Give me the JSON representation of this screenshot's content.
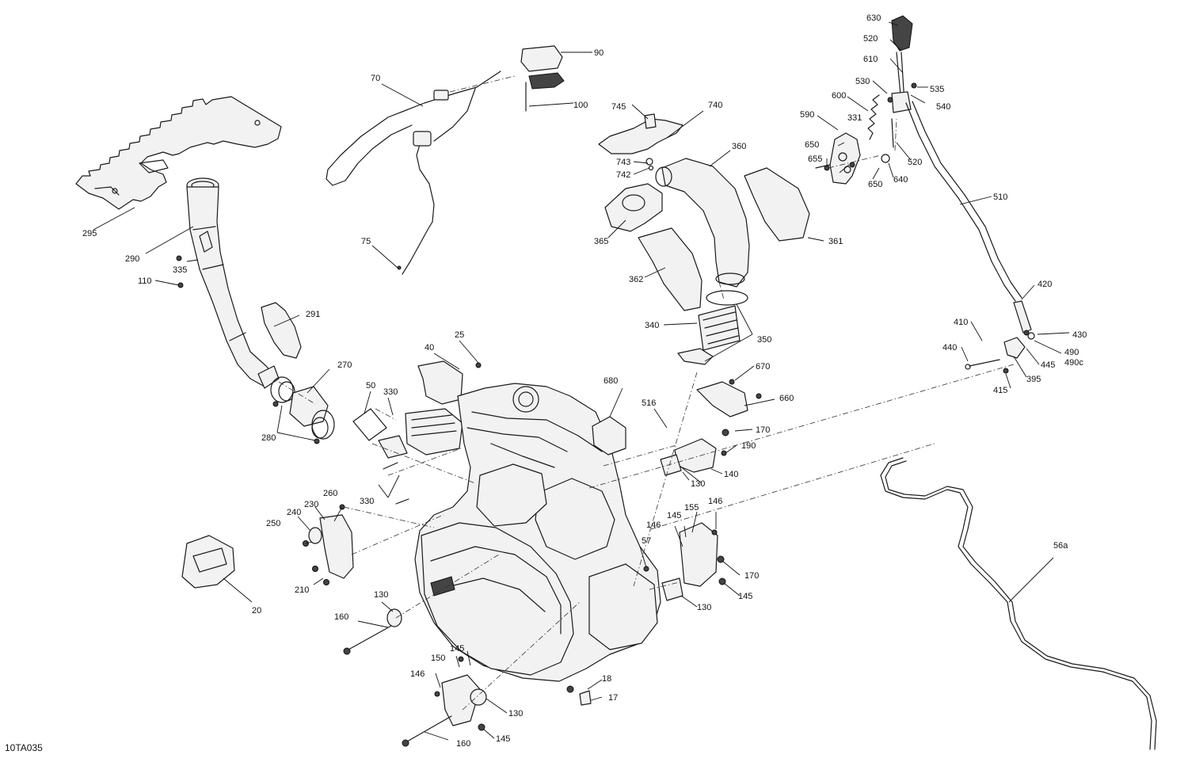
{
  "figure": {
    "reference_code": "10TA035"
  },
  "callouts": [
    {
      "id": "c17",
      "label": "17"
    },
    {
      "id": "c18",
      "label": "18"
    },
    {
      "id": "c20",
      "label": "20"
    },
    {
      "id": "c25",
      "label": "25"
    },
    {
      "id": "c40",
      "label": "40"
    },
    {
      "id": "c50",
      "label": "50"
    },
    {
      "id": "c56a",
      "label": "56a"
    },
    {
      "id": "c57",
      "label": "57"
    },
    {
      "id": "c70",
      "label": "70"
    },
    {
      "id": "c75",
      "label": "75"
    },
    {
      "id": "c90",
      "label": "90"
    },
    {
      "id": "c100",
      "label": "100"
    },
    {
      "id": "c110",
      "label": "110"
    },
    {
      "id": "c130a",
      "label": "130"
    },
    {
      "id": "c130b",
      "label": "130"
    },
    {
      "id": "c130c",
      "label": "130"
    },
    {
      "id": "c130d",
      "label": "130"
    },
    {
      "id": "c140",
      "label": "140"
    },
    {
      "id": "c145a",
      "label": "145"
    },
    {
      "id": "c145b",
      "label": "145"
    },
    {
      "id": "c145c",
      "label": "145"
    },
    {
      "id": "c145d",
      "label": "145"
    },
    {
      "id": "c146a",
      "label": "146"
    },
    {
      "id": "c146b",
      "label": "146"
    },
    {
      "id": "c146c",
      "label": "146"
    },
    {
      "id": "c150",
      "label": "150"
    },
    {
      "id": "c155",
      "label": "155"
    },
    {
      "id": "c160a",
      "label": "160"
    },
    {
      "id": "c160b",
      "label": "160"
    },
    {
      "id": "c170a",
      "label": "170"
    },
    {
      "id": "c170b",
      "label": "170"
    },
    {
      "id": "c190",
      "label": "190"
    },
    {
      "id": "c210",
      "label": "210"
    },
    {
      "id": "c230",
      "label": "230"
    },
    {
      "id": "c240",
      "label": "240"
    },
    {
      "id": "c250",
      "label": "250"
    },
    {
      "id": "c260",
      "label": "260"
    },
    {
      "id": "c270",
      "label": "270"
    },
    {
      "id": "c280",
      "label": "280"
    },
    {
      "id": "c290",
      "label": "290"
    },
    {
      "id": "c291",
      "label": "291"
    },
    {
      "id": "c295",
      "label": "295"
    },
    {
      "id": "c330a",
      "label": "330"
    },
    {
      "id": "c330b",
      "label": "330"
    },
    {
      "id": "c331",
      "label": "331"
    },
    {
      "id": "c335",
      "label": "335"
    },
    {
      "id": "c340",
      "label": "340"
    },
    {
      "id": "c350",
      "label": "350"
    },
    {
      "id": "c360",
      "label": "360"
    },
    {
      "id": "c361",
      "label": "361"
    },
    {
      "id": "c362",
      "label": "362"
    },
    {
      "id": "c365",
      "label": "365"
    },
    {
      "id": "c395",
      "label": "395"
    },
    {
      "id": "c410",
      "label": "410"
    },
    {
      "id": "c415",
      "label": "415"
    },
    {
      "id": "c420",
      "label": "420"
    },
    {
      "id": "c430",
      "label": "430"
    },
    {
      "id": "c440",
      "label": "440"
    },
    {
      "id": "c445",
      "label": "445"
    },
    {
      "id": "c490",
      "label": "490"
    },
    {
      "id": "c490c",
      "label": "490c"
    },
    {
      "id": "c510",
      "label": "510"
    },
    {
      "id": "c516",
      "label": "516"
    },
    {
      "id": "c520a",
      "label": "520"
    },
    {
      "id": "c520b",
      "label": "520"
    },
    {
      "id": "c530",
      "label": "530"
    },
    {
      "id": "c535",
      "label": "535"
    },
    {
      "id": "c540",
      "label": "540"
    },
    {
      "id": "c590",
      "label": "590"
    },
    {
      "id": "c600",
      "label": "600"
    },
    {
      "id": "c610",
      "label": "610"
    },
    {
      "id": "c630",
      "label": "630"
    },
    {
      "id": "c640",
      "label": "640"
    },
    {
      "id": "c650a",
      "label": "650"
    },
    {
      "id": "c650b",
      "label": "650"
    },
    {
      "id": "c655",
      "label": "655"
    },
    {
      "id": "c660",
      "label": "660"
    },
    {
      "id": "c670",
      "label": "670"
    },
    {
      "id": "c680",
      "label": "680"
    },
    {
      "id": "c740",
      "label": "740"
    },
    {
      "id": "c742",
      "label": "742"
    },
    {
      "id": "c743",
      "label": "743"
    },
    {
      "id": "c745",
      "label": "745"
    }
  ]
}
